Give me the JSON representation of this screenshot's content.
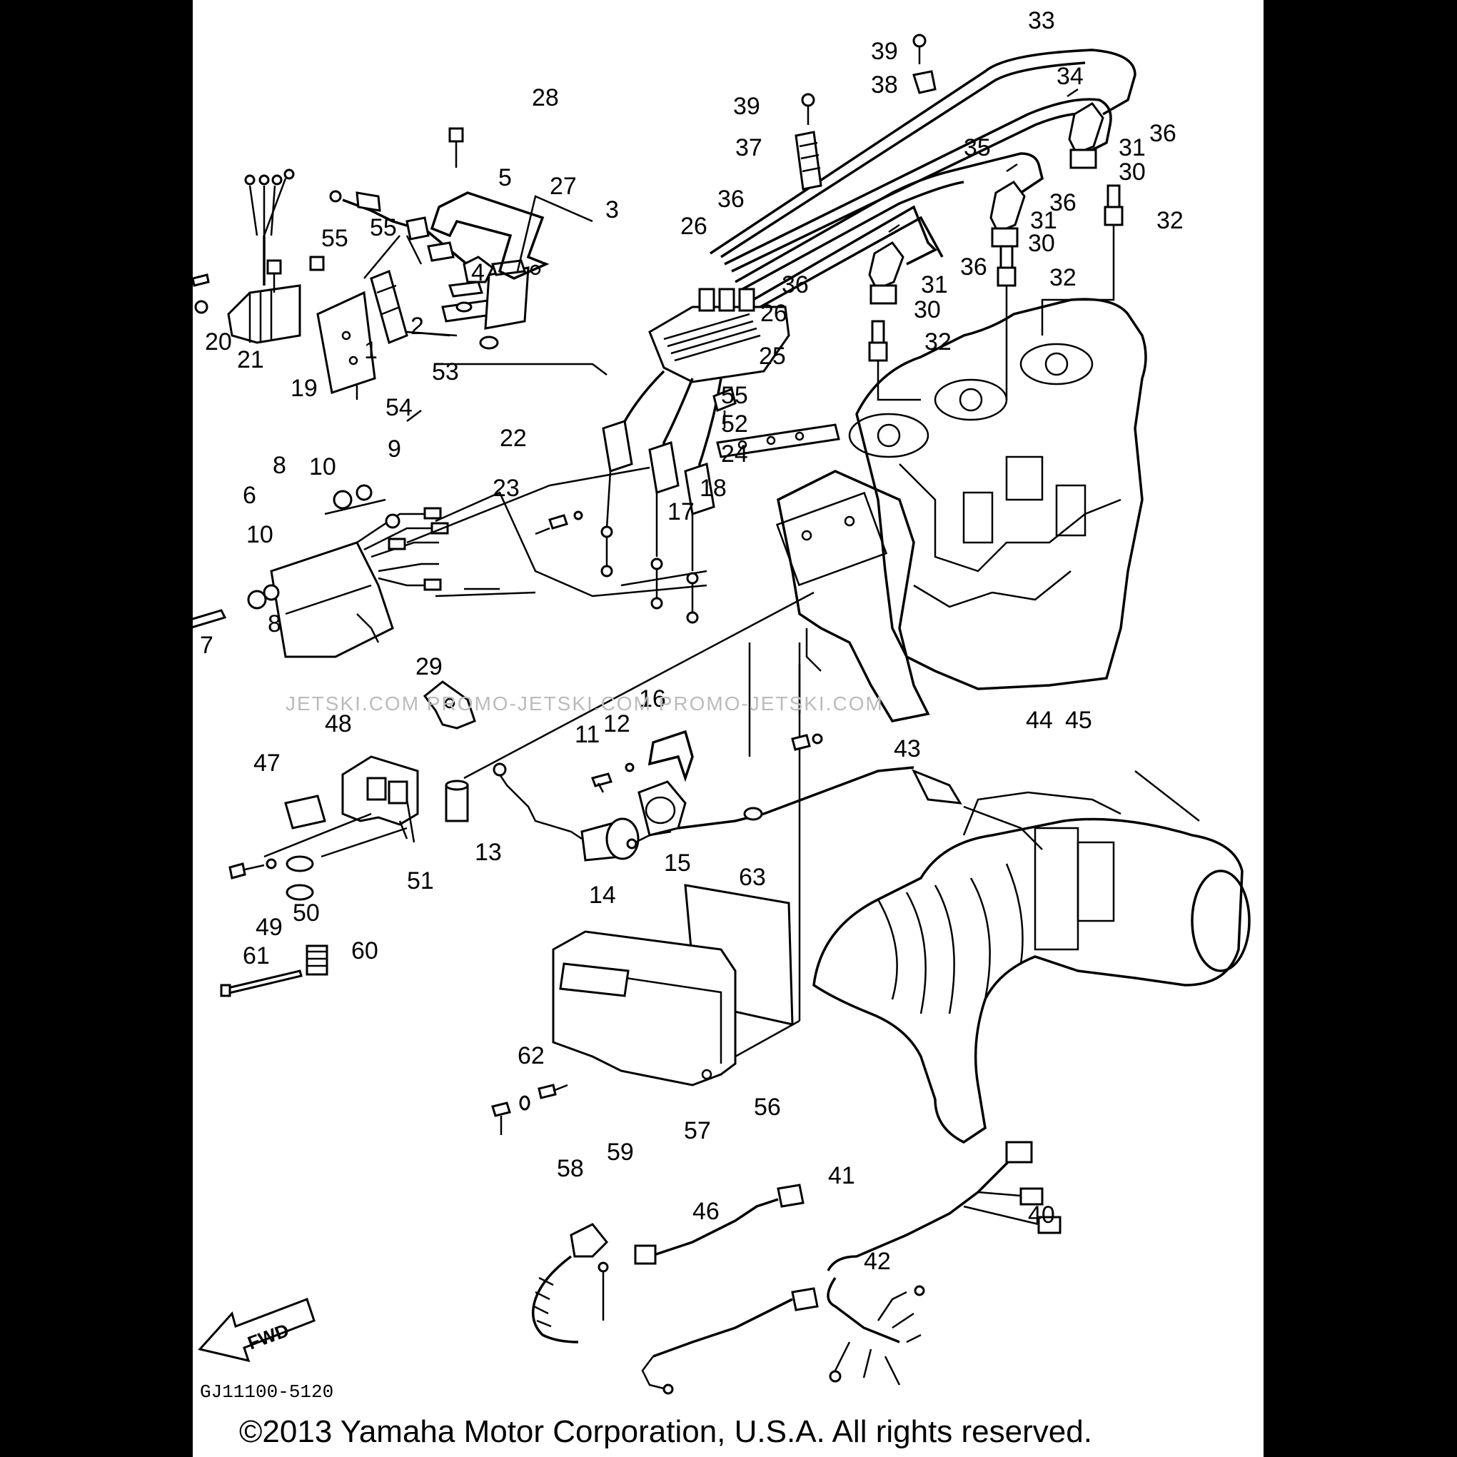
{
  "diagram": {
    "part_labels": [
      "1",
      "2",
      "3",
      "4",
      "5",
      "6",
      "7",
      "8",
      "8",
      "9",
      "10",
      "10",
      "11",
      "12",
      "13",
      "14",
      "15",
      "16",
      "17",
      "18",
      "19",
      "20",
      "21",
      "22",
      "23",
      "24",
      "25",
      "26",
      "26",
      "27",
      "28",
      "29",
      "30",
      "30",
      "30",
      "31",
      "31",
      "31",
      "32",
      "32",
      "32",
      "33",
      "34",
      "35",
      "36",
      "36",
      "36",
      "36",
      "36",
      "37",
      "38",
      "39",
      "39",
      "40",
      "41",
      "42",
      "43",
      "44",
      "45",
      "46",
      "47",
      "48",
      "49",
      "50",
      "51",
      "52",
      "53",
      "54",
      "55",
      "55",
      "55",
      "56",
      "57",
      "58",
      "59",
      "60",
      "61",
      "62",
      "63"
    ],
    "watermark": "JETSKI.COM  PROMO-JETSKI.COM  PROMO-JETSKI.COM",
    "fwd_label": "FWD",
    "drawing_code": "GJ11100-5120",
    "copyright": "©2013 Yamaha Motor Corporation, U.S.A. All rights reserved."
  }
}
